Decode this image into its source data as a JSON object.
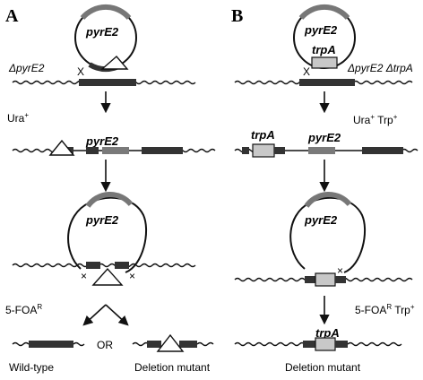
{
  "panels": {
    "a": {
      "letter": "A",
      "step1": {
        "plasmid_gene": "pyrE2",
        "strain": "ΔpyrE2",
        "cross": "X"
      },
      "step2": {
        "phenotype_base": "Ura",
        "phenotype_sup": "+",
        "gene": "pyrE2"
      },
      "step3": {
        "plasmid_gene": "pyrE2",
        "cross_left": "×",
        "cross_right": "×"
      },
      "step4": {
        "selection_base": "5-FOA",
        "selection_sup": "R",
        "or": "OR",
        "left_outcome": "Wild-type",
        "right_outcome": "Deletion mutant"
      }
    },
    "b": {
      "letter": "B",
      "step1": {
        "plasmid_gene": "pyrE2",
        "insert_gene": "trpA",
        "strain": "ΔpyrE2 ΔtrpA",
        "cross": "X"
      },
      "step2": {
        "gene_left": "trpA",
        "gene_mid": "pyrE2",
        "phen1_base": "Ura",
        "phen1_sup": "+",
        "phen2_base": "Trp",
        "phen2_sup": "+"
      },
      "step3": {
        "plasmid_gene": "pyrE2",
        "cross": "×"
      },
      "step4": {
        "gene": "trpA",
        "sel_base": "5-FOA",
        "sel_sup": "R",
        "sel2_base": "Trp",
        "sel2_sup": "+",
        "outcome": "Deletion mutant"
      }
    }
  },
  "colors": {
    "dark_bar": "#333333",
    "mid_bar": "#7a7a7a",
    "light_box": "#c8c8c8",
    "plasmid_arc": "#777777"
  }
}
